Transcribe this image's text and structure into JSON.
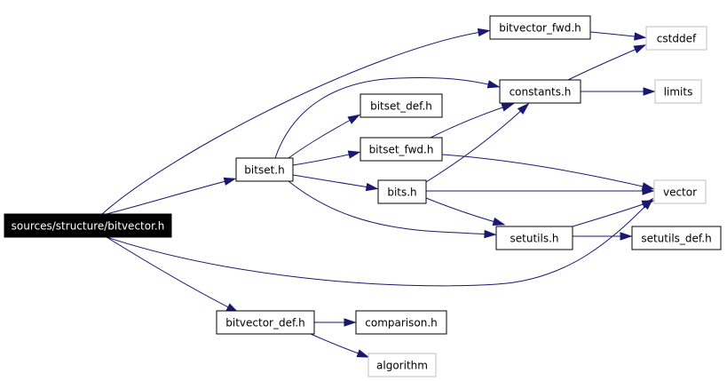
{
  "graph": {
    "nodes": [
      {
        "id": "root",
        "label": "sources/structure/bitvector.h",
        "kind": "root"
      },
      {
        "id": "bitvector_fwd",
        "label": "bitvector_fwd.h",
        "kind": "file"
      },
      {
        "id": "cstddef",
        "label": "cstddef",
        "kind": "system"
      },
      {
        "id": "constants",
        "label": "constants.h",
        "kind": "file"
      },
      {
        "id": "limits",
        "label": "limits",
        "kind": "system"
      },
      {
        "id": "bitset_def",
        "label": "bitset_def.h",
        "kind": "file"
      },
      {
        "id": "bitset_fwd",
        "label": "bitset_fwd.h",
        "kind": "file"
      },
      {
        "id": "bitset",
        "label": "bitset.h",
        "kind": "file"
      },
      {
        "id": "bits",
        "label": "bits.h",
        "kind": "file"
      },
      {
        "id": "vector",
        "label": "vector",
        "kind": "system"
      },
      {
        "id": "setutils",
        "label": "setutils.h",
        "kind": "file"
      },
      {
        "id": "setutils_def",
        "label": "setutils_def.h",
        "kind": "file"
      },
      {
        "id": "bitvector_def",
        "label": "bitvector_def.h",
        "kind": "file"
      },
      {
        "id": "comparison",
        "label": "comparison.h",
        "kind": "file"
      },
      {
        "id": "algorithm",
        "label": "algorithm",
        "kind": "system"
      }
    ],
    "edges": [
      {
        "from": "root",
        "to": "bitvector_fwd"
      },
      {
        "from": "root",
        "to": "bitset"
      },
      {
        "from": "root",
        "to": "vector"
      },
      {
        "from": "root",
        "to": "bitvector_def"
      },
      {
        "from": "bitvector_fwd",
        "to": "cstddef"
      },
      {
        "from": "constants",
        "to": "cstddef"
      },
      {
        "from": "constants",
        "to": "limits"
      },
      {
        "from": "bitset",
        "to": "constants"
      },
      {
        "from": "bitset",
        "to": "bitset_def"
      },
      {
        "from": "bitset",
        "to": "bitset_fwd"
      },
      {
        "from": "bitset",
        "to": "bits"
      },
      {
        "from": "bitset",
        "to": "setutils"
      },
      {
        "from": "bitset_fwd",
        "to": "constants"
      },
      {
        "from": "bitset_fwd",
        "to": "vector"
      },
      {
        "from": "bits",
        "to": "constants"
      },
      {
        "from": "bits",
        "to": "vector"
      },
      {
        "from": "bits",
        "to": "setutils"
      },
      {
        "from": "setutils",
        "to": "vector"
      },
      {
        "from": "setutils",
        "to": "setutils_def"
      },
      {
        "from": "bitvector_def",
        "to": "comparison"
      },
      {
        "from": "bitvector_def",
        "to": "algorithm"
      }
    ]
  }
}
